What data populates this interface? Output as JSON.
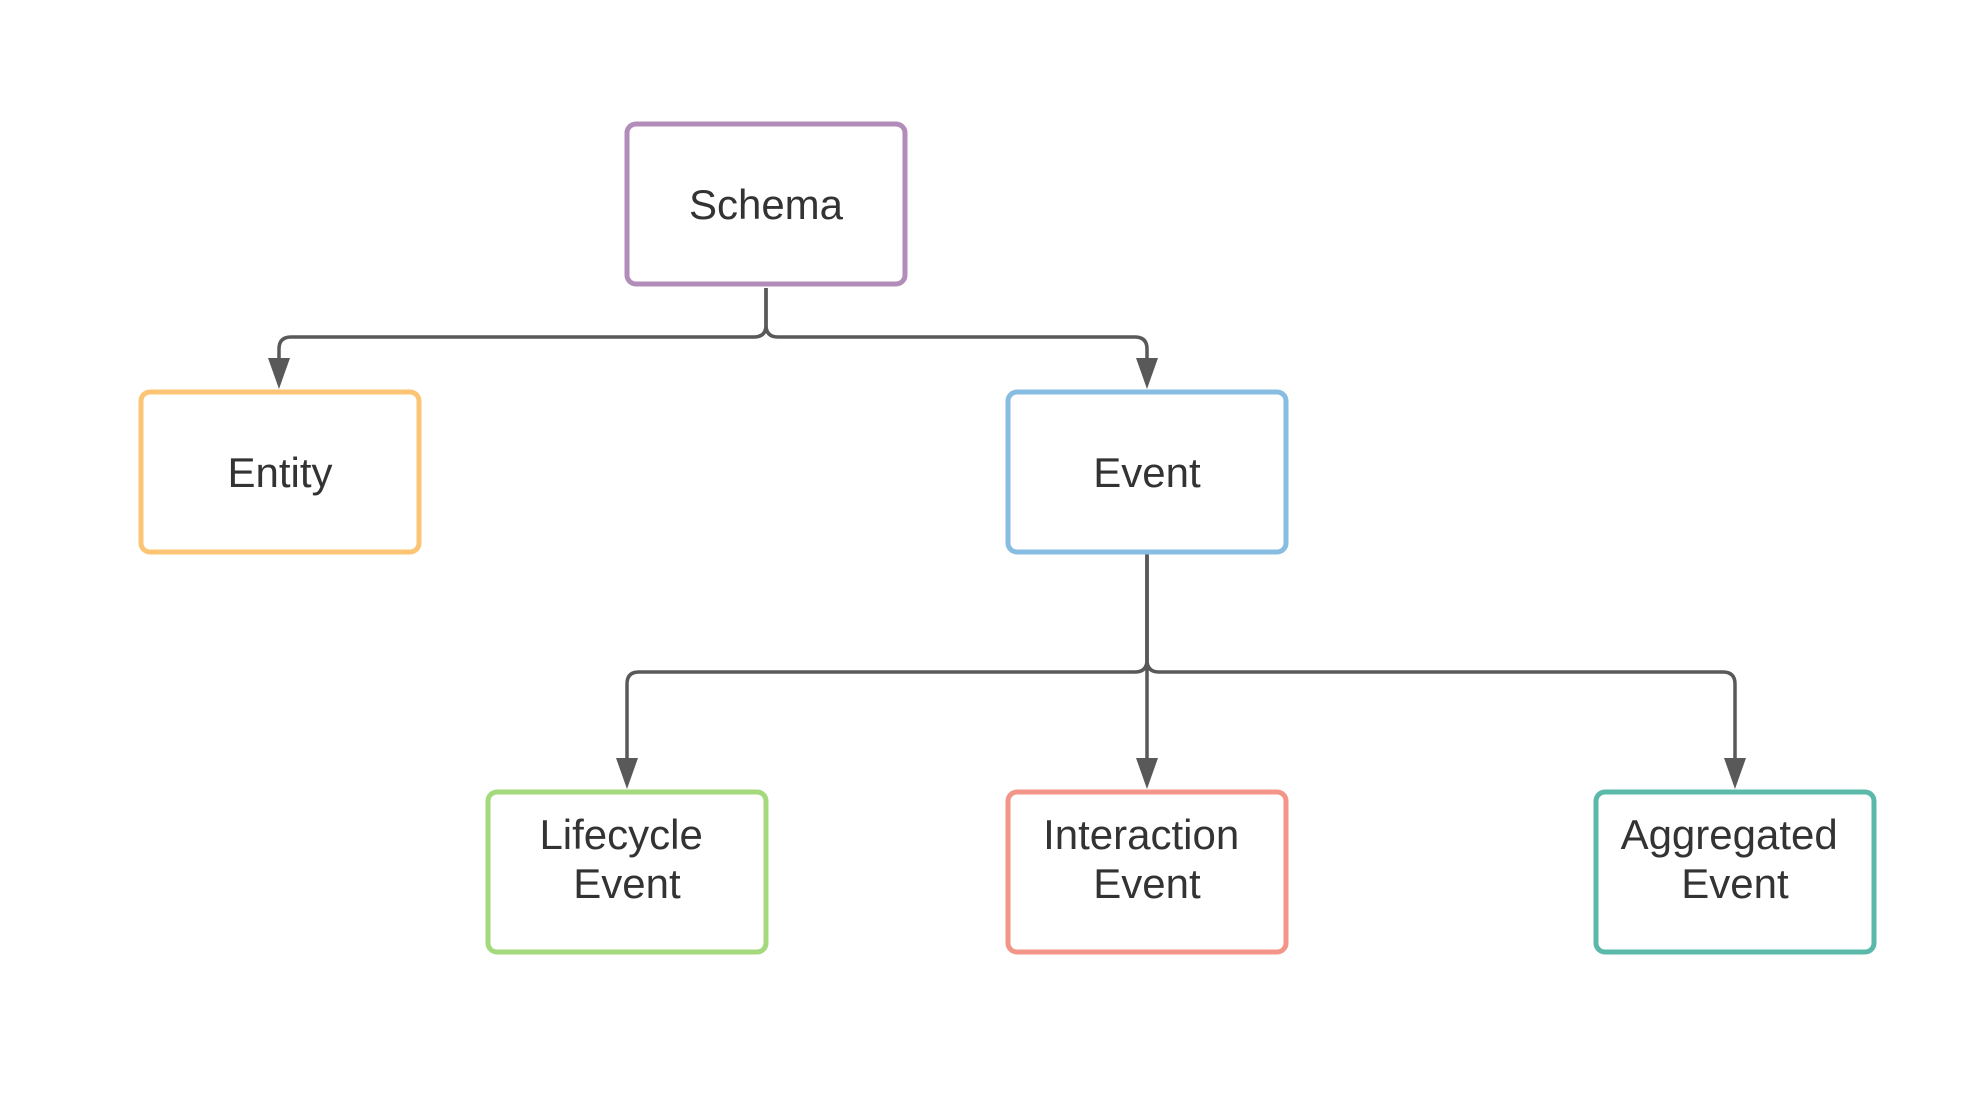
{
  "nodes": {
    "schema": {
      "lines": [
        "Schema"
      ],
      "color": "#b28dba"
    },
    "entity": {
      "lines": [
        "Entity"
      ],
      "color": "#fcc575"
    },
    "event": {
      "lines": [
        "Event"
      ],
      "color": "#88bde2"
    },
    "lifecycle": {
      "lines": [
        "Lifecycle",
        "Event"
      ],
      "color": "#a5d97e"
    },
    "interaction": {
      "lines": [
        "Interaction",
        "Event"
      ],
      "color": "#f4958a"
    },
    "aggregated": {
      "lines": [
        "Aggregated",
        "Event"
      ],
      "color": "#5ab9a8"
    }
  },
  "edges": [
    {
      "from": "schema",
      "to": "entity"
    },
    {
      "from": "schema",
      "to": "event"
    },
    {
      "from": "event",
      "to": "lifecycle"
    },
    {
      "from": "event",
      "to": "interaction"
    },
    {
      "from": "event",
      "to": "aggregated"
    }
  ],
  "edge_color": "#595959"
}
